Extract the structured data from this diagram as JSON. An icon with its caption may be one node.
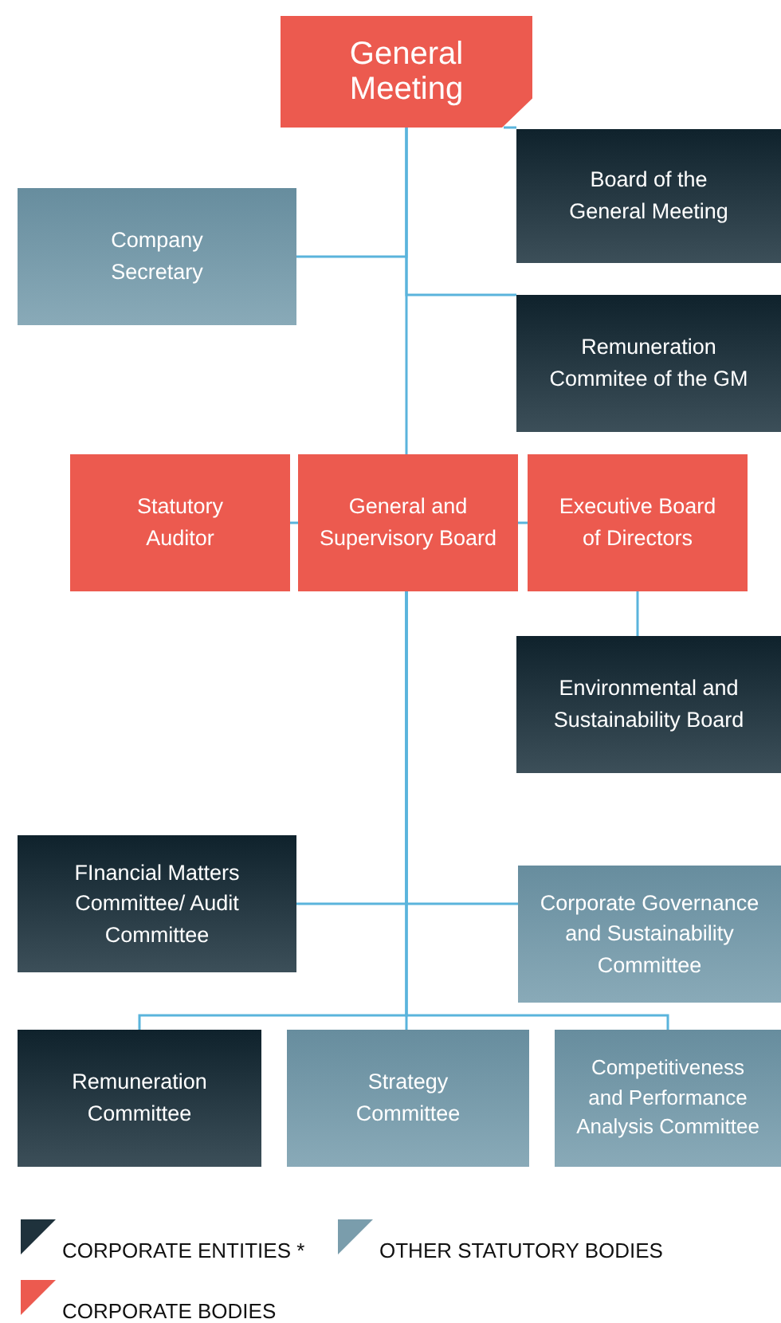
{
  "diagram": {
    "nodes": [
      {
        "text": [
          "General Meeting"
        ]
      },
      {
        "text": [
          "Board of the General Meeting"
        ]
      },
      {
        "text": [
          "Company Secretary"
        ]
      },
      {
        "text": [
          "Remuneration Commitee of the GM"
        ]
      },
      {
        "text": [
          "Statutory Auditor"
        ]
      },
      {
        "text": [
          "General and Supervisory Board"
        ]
      },
      {
        "text": [
          "Executive Board of Directors"
        ]
      },
      {
        "text": [
          "Environmental and Sustainability Board"
        ]
      },
      {
        "text": [
          "FInancial Matters Committee/ Audit Committee"
        ]
      },
      {
        "text": [
          "Corporate Governance and Sustainability Committee"
        ]
      },
      {
        "text": [
          "Remuneration Committee"
        ]
      },
      {
        "text": [
          "Strategy Committee"
        ]
      },
      {
        "text": [
          "Competitiveness and Performance Analysis Committee"
        ]
      }
    ],
    "edges": [
      {
        "from": 0,
        "to": 1,
        "arrow": "none"
      },
      {
        "from": 0,
        "to": 2,
        "arrow": "none"
      },
      {
        "from": 0,
        "to": 3,
        "arrow": "none"
      },
      {
        "from": 0,
        "to": 5,
        "arrow": "none"
      },
      {
        "from": 5,
        "to": 4,
        "arrow": "none"
      },
      {
        "from": 5,
        "to": 6,
        "arrow": "none"
      },
      {
        "from": 6,
        "to": 7,
        "arrow": "none"
      },
      {
        "from": 5,
        "to": 8,
        "arrow": "none"
      },
      {
        "from": 5,
        "to": 9,
        "arrow": "none"
      },
      {
        "from": 5,
        "to": 10,
        "arrow": "none"
      },
      {
        "from": 5,
        "to": 11,
        "arrow": "none"
      },
      {
        "from": 5,
        "to": 12,
        "arrow": "none"
      }
    ],
    "legend": [
      {
        "text": "CORPORATE ENTITIES *",
        "color": "#1f323c"
      },
      {
        "text": "OTHER STATUTORY BODIES",
        "color": "#7a9dac"
      },
      {
        "text": "CORPORATE BODIES",
        "color": "#ec5a4f"
      }
    ]
  }
}
